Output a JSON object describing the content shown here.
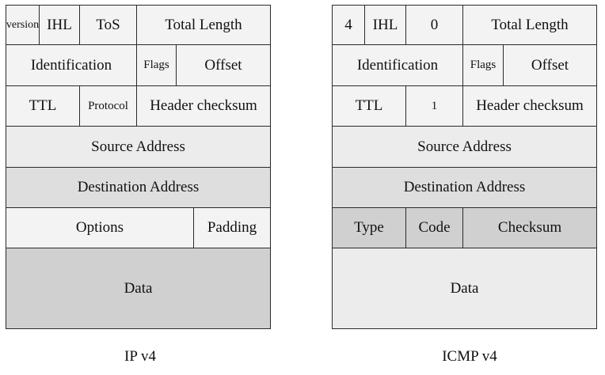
{
  "ipv4": {
    "caption": "IP v4",
    "version": "version",
    "ihl": "IHL",
    "tos": "ToS",
    "total_length": "Total Length",
    "identification": "Identification",
    "flags": "Flags",
    "offset": "Offset",
    "ttl": "TTL",
    "protocol": "Protocol",
    "header_checksum": "Header checksum",
    "source_address": "Source Address",
    "destination_address": "Destination Address",
    "options": "Options",
    "padding": "Padding",
    "data": "Data"
  },
  "icmpv4": {
    "caption": "ICMP v4",
    "version": "4",
    "ihl": "IHL",
    "tos": "0",
    "total_length": "Total Length",
    "identification": "Identification",
    "flags": "Flags",
    "offset": "Offset",
    "ttl": "TTL",
    "protocol": "1",
    "header_checksum": "Header checksum",
    "source_address": "Source Address",
    "destination_address": "Destination Address",
    "type": "Type",
    "code": "Code",
    "checksum": "Checksum",
    "data": "Data"
  }
}
